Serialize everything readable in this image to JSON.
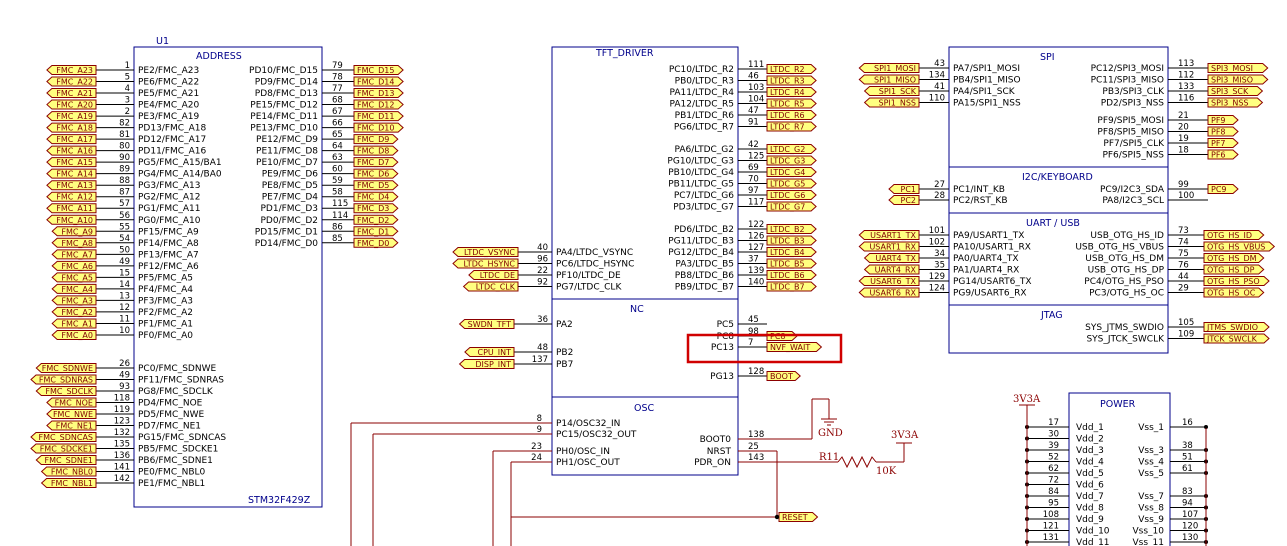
{
  "chip": {
    "ref": "U1",
    "part": "STM32F429Z"
  },
  "sections": {
    "address": "ADDRESS",
    "tft": "TFT_DRIVER",
    "nc": "NC",
    "osc": "OSC",
    "spi": "SPI",
    "i2c": "I2C/KEYBOARD",
    "uart": "UART / USB",
    "jtag": "JTAG",
    "power": "POWER"
  },
  "addr_left": [
    [
      "FMC_A23",
      "1",
      "PE2/FMC_A23"
    ],
    [
      "FMC_A22",
      "5",
      "PE6/FMC_A22"
    ],
    [
      "FMC_A21",
      "4",
      "PE5/FMC_A21"
    ],
    [
      "FMC_A20",
      "3",
      "PE4/FMC_A20"
    ],
    [
      "FMC_A19",
      "2",
      "PE3/FMC_A19"
    ],
    [
      "FMC_A18",
      "82",
      "PD13/FMC_A18"
    ],
    [
      "FMC_A17",
      "81",
      "PD12/FMC_A17"
    ],
    [
      "FMC_A16",
      "80",
      "PD11/FMC_A16"
    ],
    [
      "FMC_A15",
      "90",
      "PG5/FMC_A15/BA1"
    ],
    [
      "FMC_A14",
      "89",
      "PG4/FMC_A14/BA0"
    ],
    [
      "FMC_A13",
      "88",
      "PG3/FMC_A13"
    ],
    [
      "FMC_A12",
      "87",
      "PG2/FMC_A12"
    ],
    [
      "FMC_A11",
      "57",
      "PG1/FMC_A11"
    ],
    [
      "FMC_A10",
      "56",
      "PG0/FMC_A10"
    ],
    [
      "FMC_A9",
      "55",
      "PF15/FMC_A9"
    ],
    [
      "FMC_A8",
      "54",
      "PF14/FMC_A8"
    ],
    [
      "FMC_A7",
      "50",
      "PF13/FMC_A7"
    ],
    [
      "FMC_A6",
      "49",
      "PF12/FMC_A6"
    ],
    [
      "FMC_A5",
      "15",
      "PF5/FMC_A5"
    ],
    [
      "FMC_A4",
      "14",
      "PF4/FMC_A4"
    ],
    [
      "FMC_A3",
      "13",
      "PF3/FMC_A3"
    ],
    [
      "FMC_A2",
      "12",
      "PF2/FMC_A2"
    ],
    [
      "FMC_A1",
      "11",
      "PF1/FMC_A1"
    ],
    [
      "FMC_A0",
      "10",
      "PF0/FMC_A0"
    ]
  ],
  "addr_right": [
    [
      "PD10/FMC_D15",
      "79",
      "FMC_D15"
    ],
    [
      "PD9/FMC_D14",
      "78",
      "FMC_D14"
    ],
    [
      "PD8/FMC_D13",
      "77",
      "FMC_D13"
    ],
    [
      "PE15/FMC_D12",
      "68",
      "FMC_D12"
    ],
    [
      "PE14/FMC_D11",
      "67",
      "FMC_D11"
    ],
    [
      "PE13/FMC_D10",
      "66",
      "FMC_D10"
    ],
    [
      "PE12/FMC_D9",
      "65",
      "FMC_D9"
    ],
    [
      "PE11/FMC_D8",
      "64",
      "FMC_D8"
    ],
    [
      "PE10/FMC_D7",
      "63",
      "FMC_D7"
    ],
    [
      "PE9/FMC_D6",
      "60",
      "FMC_D6"
    ],
    [
      "PE8/FMC_D5",
      "59",
      "FMC_D5"
    ],
    [
      "PE7/FMC_D4",
      "58",
      "FMC_D4"
    ],
    [
      "PD1/FMC_D3",
      "115",
      "FMC_D3"
    ],
    [
      "PD0/FMC_D2",
      "114",
      "FMC_D2"
    ],
    [
      "PD15/FMC_D1",
      "86",
      "FMC_D1"
    ],
    [
      "PD14/FMC_D0",
      "85",
      "FMC_D0"
    ]
  ],
  "addr_ctrl": [
    [
      "FMC_SDNWE",
      "26",
      "PC0/FMC_SDNWE"
    ],
    [
      "FMC_SDNRAS",
      "49",
      "PF11/FMC_SDNRAS"
    ],
    [
      "FMC_SDCLK",
      "93",
      "PG8/FMC_SDCLK"
    ],
    [
      "FMC_NOE",
      "118",
      "PD4/FMC_NOE"
    ],
    [
      "FMC_NWE",
      "119",
      "PD5/FMC_NWE"
    ],
    [
      "FMC_NE1",
      "123",
      "PD7/FMC_NE1"
    ],
    [
      "FMC_SDNCAS",
      "132",
      "PG15/FMC_SDNCAS"
    ],
    [
      "FMC_SDCKE1",
      "135",
      "PB5/FMC_SDCKE1"
    ],
    [
      "FMC_SDNE1",
      "136",
      "PB6/FMC_SDNE1"
    ],
    [
      "FMC_NBL0",
      "141",
      "PE0/FMC_NBL0"
    ],
    [
      "FMC_NBL1",
      "142",
      "PE1/FMC_NBL1"
    ]
  ],
  "tft_right": [
    [
      "PC10/LTDC_R2",
      "111",
      "LTDC_R2"
    ],
    [
      "PB0/LTDC_R3",
      "46",
      "LTDC_R3"
    ],
    [
      "PA11/LTDC_R4",
      "103",
      "LTDC_R4"
    ],
    [
      "PA12/LTDC_R5",
      "104",
      "LTDC_R5"
    ],
    [
      "PB1/LTDC_R6",
      "47",
      "LTDC_R6"
    ],
    [
      "PG6/LTDC_R7",
      "91",
      "LTDC_R7"
    ],
    [
      "PA6/LTDC_G2",
      "42",
      "LTDC_G2"
    ],
    [
      "PG10/LTDC_G3",
      "125",
      "LTDC_G3"
    ],
    [
      "PB10/LTDC_G4",
      "69",
      "LTDC_G4"
    ],
    [
      "PB11/LTDC_G5",
      "70",
      "LTDC_G5"
    ],
    [
      "PC7/LTDC_G6",
      "97",
      "LTDC_G6"
    ],
    [
      "PD3/LTDC_G7",
      "117",
      "LTDC_G7"
    ],
    [
      "PD6/LTDC_B2",
      "122",
      "LTDC_B2"
    ],
    [
      "PG11/LTDC_B3",
      "126",
      "LTDC_B3"
    ],
    [
      "PG12/LTDC_B4",
      "127",
      "LTDC_B4"
    ],
    [
      "PA3/LTDC_B5",
      "37",
      "LTDC_B5"
    ],
    [
      "PB8/LTDC_B6",
      "139",
      "LTDC_B6"
    ],
    [
      "PB9/LTDC_B7",
      "140",
      "LTDC_B7"
    ]
  ],
  "tft_left": [
    [
      "LTDC_VSYNC",
      "40",
      "PA4/LTDC_VSYNC"
    ],
    [
      "LTDC_HSYNC",
      "96",
      "PC6/LTDC_HSYNC"
    ],
    [
      "LTDC_DE",
      "22",
      "PF10/LTDC_DE"
    ],
    [
      "LTDC_CLK",
      "92",
      "PG7/LTDC_CLK"
    ]
  ],
  "nc_left": [
    [
      "SWDN_TFT",
      "36",
      "PA2"
    ],
    [
      "CPU_INT",
      "48",
      "PB2"
    ],
    [
      "DISP_INT",
      "137",
      "PB7"
    ]
  ],
  "nc_right": [
    [
      "PC5",
      "45",
      ""
    ],
    [
      "PC8",
      "98",
      "PC8"
    ],
    [
      "PC13",
      "7",
      "NVF_WAIT"
    ],
    [
      "PG13",
      "128",
      "BOOT"
    ]
  ],
  "osc_left": [
    [
      "8",
      "P14/OSC32_IN"
    ],
    [
      "9",
      "PC15/OSC32_OUT"
    ],
    [
      "23",
      "PH0/OSC_IN"
    ],
    [
      "24",
      "PH1/OSC_OUT"
    ]
  ],
  "osc_right": [
    [
      "BOOT0",
      "138"
    ],
    [
      "NRST",
      "25"
    ],
    [
      "PDR_ON",
      "143"
    ]
  ],
  "spi_left": [
    [
      "SPI1_MOSI",
      "43",
      "PA7/SPI1_MOSI"
    ],
    [
      "SPI1_MISO",
      "134",
      "PB4/SPI1_MISO"
    ],
    [
      "SPI1_SCK",
      "41",
      "PA4/SPI1_SCK"
    ],
    [
      "SPI1_NSS",
      "110",
      "PA15/SPI1_NSS"
    ]
  ],
  "spi_right": [
    [
      "PC12/SPI3_MOSI",
      "113",
      "SPI3_MOSI"
    ],
    [
      "PC11/SPI3_MISO",
      "112",
      "SPI3_MISO"
    ],
    [
      "PB3/SPI3_CLK",
      "133",
      "SPI3_SCK"
    ],
    [
      "PD2/SPI3_NSS",
      "116",
      "SPI3_NSS"
    ],
    [
      "PF9/SPI5_MOSI",
      "21",
      "PF9"
    ],
    [
      "PF8/SPI5_MISO",
      "20",
      "PF8"
    ],
    [
      "PF7/SPI5_CLK",
      "19",
      "PF7"
    ],
    [
      "PF6/SPI5_NSS",
      "18",
      "PF6"
    ]
  ],
  "i2c_left": [
    [
      "PC1",
      "27",
      "PC1/INT_KB"
    ],
    [
      "PC2",
      "28",
      "PC2/RST_KB"
    ]
  ],
  "i2c_right": [
    [
      "PC9/I2C3_SDA",
      "99",
      "PC9"
    ],
    [
      "PA8/I2C3_SCL",
      "100",
      ""
    ]
  ],
  "uart_left": [
    [
      "USART1_TX",
      "101",
      "PA9/USART1_TX"
    ],
    [
      "USART1_RX",
      "102",
      "PA10/USART1_RX"
    ],
    [
      "UART4_TX",
      "34",
      "PA0/UART4_TX"
    ],
    [
      "UART4_RX",
      "35",
      "PA1/UART4_RX"
    ],
    [
      "USART6_TX",
      "129",
      "PG14/USART6_TX"
    ],
    [
      "USART6_RX",
      "124",
      "PG9/USART6_RX"
    ]
  ],
  "uart_right": [
    [
      "USB_OTG_HS_ID",
      "73",
      "OTG_HS_ID"
    ],
    [
      "USB_OTG_HS_VBUS",
      "74",
      "OTG_HS_VBUS"
    ],
    [
      "USB_OTG_HS_DM",
      "75",
      "OTG_HS_DM"
    ],
    [
      "USB_OTG_HS_DP",
      "76",
      "OTG_HS_DP"
    ],
    [
      "PC4/OTG_HS_PSO",
      "44",
      "OTG_HS_PSO"
    ],
    [
      "PC3/OTG_HS_OC",
      "29",
      "OTG_HS_OC"
    ]
  ],
  "jtag_right": [
    [
      "SYS_JTMS_SWDIO",
      "105",
      "JTMS_SWDIO"
    ],
    [
      "SYS_JTCK_SWCLK",
      "109",
      "JTCK_SWCLK"
    ]
  ],
  "power_left": [
    [
      "17",
      "Vdd_1"
    ],
    [
      "30",
      "Vdd_2"
    ],
    [
      "39",
      "Vdd_3"
    ],
    [
      "52",
      "Vdd_4"
    ],
    [
      "62",
      "Vdd_5"
    ],
    [
      "72",
      "Vdd_6"
    ],
    [
      "84",
      "Vdd_7"
    ],
    [
      "95",
      "Vdd_8"
    ],
    [
      "108",
      "Vdd_9"
    ],
    [
      "121",
      "Vdd_10"
    ],
    [
      "131",
      "Vdd_11"
    ]
  ],
  "power_right": [
    [
      "Vss_1",
      "16"
    ],
    [
      "",
      ""
    ],
    [
      "Vss_3",
      "38"
    ],
    [
      "Vss_4",
      "51"
    ],
    [
      "Vss_5",
      "61"
    ],
    [
      "",
      ""
    ],
    [
      "Vss_7",
      "83"
    ],
    [
      "Vss_8",
      "94"
    ],
    [
      "Vss_9",
      "107"
    ],
    [
      "Vss_10",
      "120"
    ],
    [
      "Vss_11",
      "130"
    ]
  ],
  "misc": {
    "gnd": "GND",
    "v33": "3V3A",
    "v33_power": "3V3A",
    "r_ref": "R11",
    "r_val": "10K",
    "reset": "RESET"
  }
}
